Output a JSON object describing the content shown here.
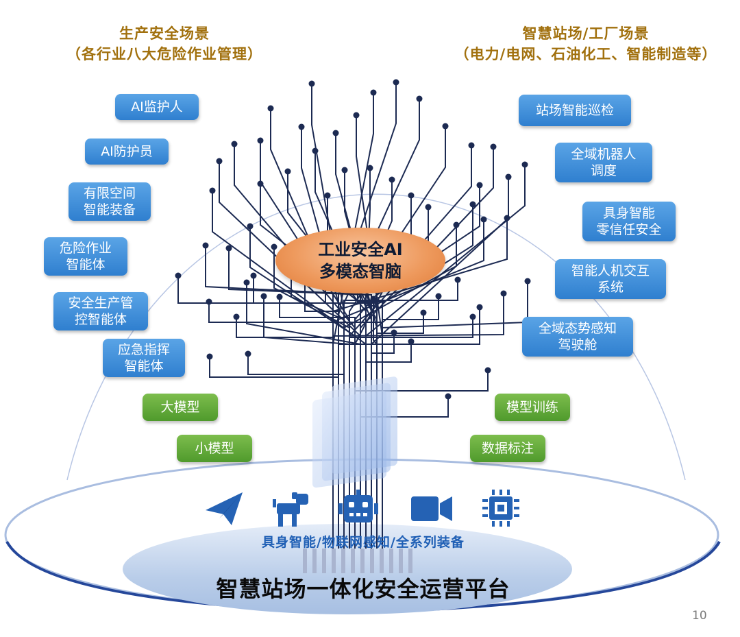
{
  "header_left": {
    "line1": "生产安全场景",
    "line2": "（各行业八大危险作业管理）"
  },
  "header_right": {
    "line1": "智慧站场/工厂场景",
    "line2": "（电力/电网、石油化工、智能制造等）"
  },
  "left_items": [
    {
      "label": "AI监护人"
    },
    {
      "label": "AI防护员"
    },
    {
      "label": "有限空间\n智能装备"
    },
    {
      "label": "危险作业\n智能体"
    },
    {
      "label": "安全生产管\n控智能体"
    },
    {
      "label": "应急指挥\n智能体"
    }
  ],
  "right_items": [
    {
      "label": "站场智能巡检"
    },
    {
      "label": "全域机器人\n调度"
    },
    {
      "label": "具身智能\n零信任安全"
    },
    {
      "label": "智能人机交互\n系统"
    },
    {
      "label": "全域态势感知\n驾驶舱"
    }
  ],
  "model_left": [
    {
      "label": "大模型"
    },
    {
      "label": "小模型"
    }
  ],
  "model_right": [
    {
      "label": "模型训练"
    },
    {
      "label": "数据标注"
    }
  ],
  "brain": {
    "line1": "工业安全AI",
    "line2": "多模态智脑"
  },
  "devices": [
    "paper-plane-icon",
    "robot-dog-icon",
    "robot-head-icon",
    "video-camera-icon",
    "chip-icon"
  ],
  "subtitle": "具身智能/物联网感知/全系列装备",
  "platform": "智慧站场一体化安全运营平台",
  "page_number": "10",
  "colors": {
    "blue_pill": "#3a8ad8",
    "green_pill": "#5fa83a",
    "header": "#a1700d",
    "circuit": "#1c2a52",
    "brain": "#ee9a5e"
  }
}
